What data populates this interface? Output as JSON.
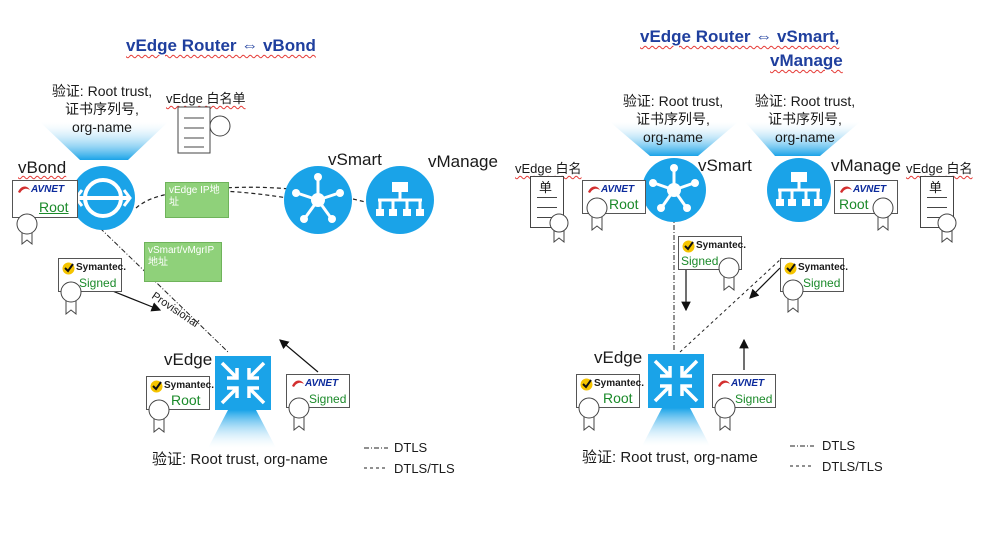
{
  "left": {
    "title": "vEdge Router ⇔ vBond",
    "verify_top": [
      "验证: Root trust,",
      "证书序列号,",
      "org-name"
    ],
    "whitelist": "vEdge 白名单",
    "vbond": "vBond",
    "vsmart": "vSmart",
    "vmanage": "vManage",
    "vedge": "vEdge",
    "root": "Root",
    "signed": "Signed",
    "note_ip": "vEdge IP地址",
    "note_vsmart": "vSmart/vMgrIP 地址",
    "provisional": "Provisional",
    "verify_bottom": "验证: Root trust, org-name",
    "legend_dtls": "DTLS",
    "legend_tls": "DTLS/TLS"
  },
  "right": {
    "title_line1": "vEdge Router ⇔ vSmart,",
    "title_line2": "vManage",
    "verify_top": [
      "验证: Root trust,",
      "证书序列号,",
      "org-name"
    ],
    "whitelist": "vEdge 白名",
    "whitelist_char": "单",
    "vsmart": "vSmart",
    "vmanage": "vManage",
    "vedge": "vEdge",
    "root": "Root",
    "signed": "Signed",
    "verify_bottom": "验证: Root trust, org-name",
    "legend_dtls": "DTLS",
    "legend_tls": "DTLS/TLS"
  },
  "brands": {
    "avnet": "AVNET",
    "symantec": "Symantec."
  },
  "colors": {
    "device_blue": "#1aa3e8",
    "beam_blue": "#1aa3e8",
    "title_blue": "#1f3f9e",
    "note_green": "#8fd17a",
    "cert_green": "#1b8a2a",
    "avnet_red": "#d32f2f"
  },
  "icons": [
    "vbond-icon",
    "vsmart-icon",
    "vmanage-icon",
    "vedge-icon",
    "certificate-icon",
    "whitelist-document-icon",
    "symantec-checkmark-icon",
    "avnet-logo-icon"
  ]
}
